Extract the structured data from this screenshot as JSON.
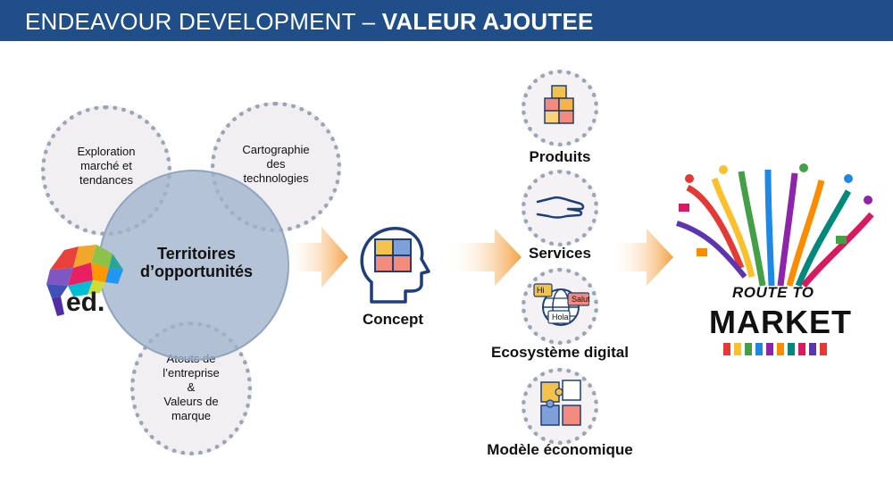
{
  "header": {
    "title_regular": "ENDEAVOUR DEVELOPMENT – ",
    "title_bold": "VALEUR AJOUTEE"
  },
  "left": {
    "exploration": [
      "Exploration",
      "marché et",
      "tendances"
    ],
    "cartographie": [
      "Cartographie",
      "des",
      "technologies"
    ],
    "territoires": [
      "Territoires",
      "d’opportunités"
    ],
    "atouts": [
      "Atouts de",
      "l’entreprise",
      "&",
      "Valeurs de",
      "marque"
    ],
    "logo_text": "ed."
  },
  "concept": {
    "label": "Concept"
  },
  "outputs": [
    {
      "label": "Produits",
      "icon": "cubes-icon"
    },
    {
      "label": "Services",
      "icon": "handshake-hand-icon"
    },
    {
      "label": "Ecosystème digital",
      "icon": "globe-chat-icon"
    },
    {
      "label": "Modèle économique",
      "icon": "puzzle-icon"
    }
  ],
  "bubbles": {
    "hi": "Hi",
    "salut": "Salut",
    "hola": "Hola"
  },
  "route": {
    "line1": "ROUTE TO",
    "line2": "MARKET"
  },
  "colors": {
    "header": "#1f4e89",
    "arrow": "#f4a143",
    "dots": "#9aa6b4"
  }
}
